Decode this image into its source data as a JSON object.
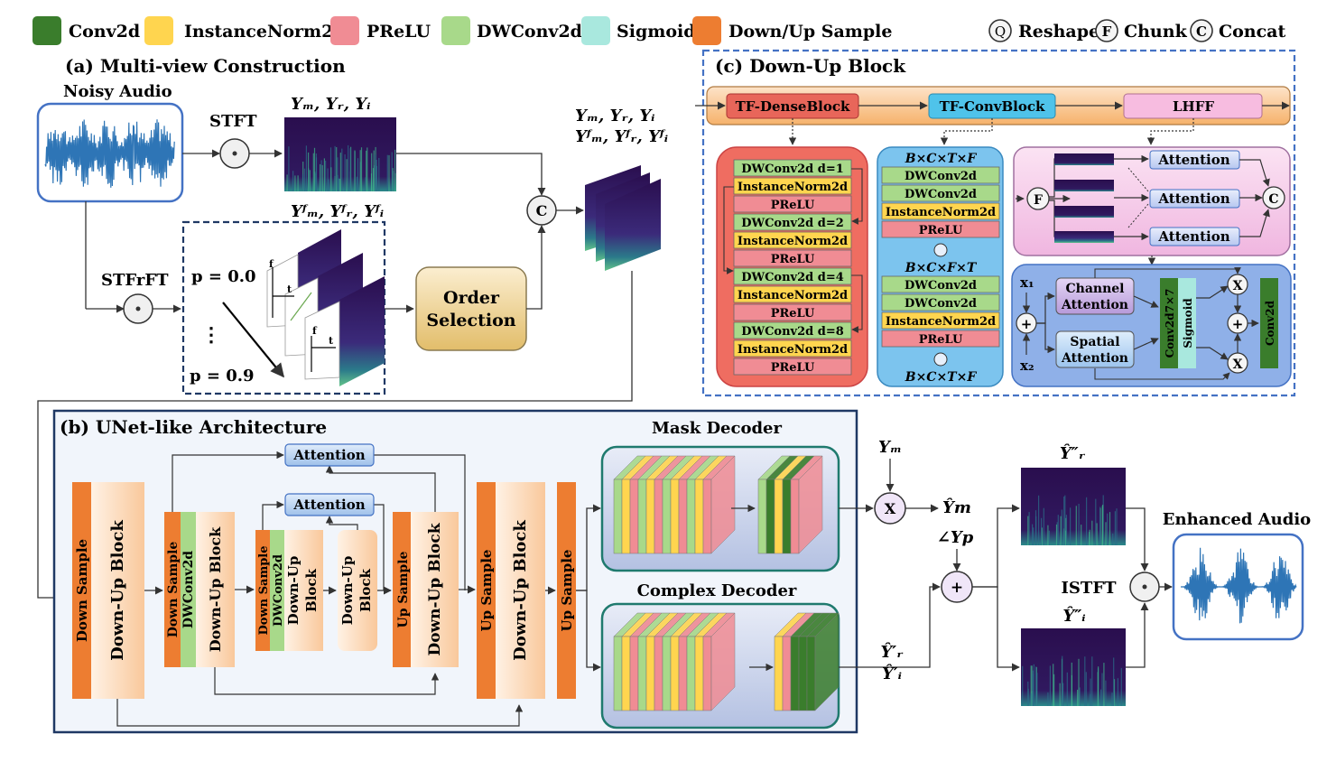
{
  "legend": {
    "items": [
      {
        "label": "Conv2d",
        "color": "#3a7d2c"
      },
      {
        "label": "InstanceNorm2d",
        "color": "#ffd54f"
      },
      {
        "label": "PReLU",
        "color": "#f08c94"
      },
      {
        "label": "DWConv2d",
        "color": "#a8d98a"
      },
      {
        "label": "Sigmoid",
        "color": "#a9e8de"
      },
      {
        "label": "Down/Up  Sample",
        "color": "#ed7d31"
      }
    ],
    "symbols": [
      {
        "glyph": "Q",
        "label": "Reshape"
      },
      {
        "glyph": "F",
        "label": "Chunk"
      },
      {
        "glyph": "C",
        "label": "Concat"
      }
    ]
  },
  "panel_a": {
    "title": "(a)  Multi-view Construction",
    "noisy_audio": "Noisy Audio",
    "stft": "STFT",
    "stfrft": "STFrFT",
    "y_labels": "Yₘ,   Yᵣ,   Yᵢ",
    "yf_labels": "Yᶠₘ,   Yᶠᵣ,   Yᶠᵢ",
    "p_start": "p = 0.0",
    "p_dots": "⋮",
    "p_end": "p =  0.9",
    "order_selection": [
      "Order",
      "Selection"
    ],
    "concat": "C",
    "out_line1": "Yₘ,   Yᵣ,   Yᵢ",
    "out_line2": "Yᶠₘ,   Yᶠᵣ,   Yᶠᵢ",
    "axis_f": "f",
    "axis_t": "t"
  },
  "panel_c": {
    "title": "(c)  Down-Up Block",
    "pipeline": [
      "TF-DenseBlock",
      "TF-ConvBlock",
      "LHFF"
    ],
    "dense": [
      {
        "label": "DWConv2d d=1",
        "kind": "dw"
      },
      {
        "label": "InstanceNorm2d",
        "kind": "in"
      },
      {
        "label": "PReLU",
        "kind": "pr"
      },
      {
        "label": "DWConv2d d=2",
        "kind": "dw"
      },
      {
        "label": "InstanceNorm2d",
        "kind": "in"
      },
      {
        "label": "PReLU",
        "kind": "pr"
      },
      {
        "label": "DWConv2d d=4",
        "kind": "dw"
      },
      {
        "label": "InstanceNorm2d",
        "kind": "in"
      },
      {
        "label": "PReLU",
        "kind": "pr"
      },
      {
        "label": "DWConv2d d=8",
        "kind": "dw"
      },
      {
        "label": "InstanceNorm2d",
        "kind": "in"
      },
      {
        "label": "PReLU",
        "kind": "pr"
      }
    ],
    "conv_shape1": "B×C×T×F",
    "conv_shape2": "B×C×F×T",
    "conv_shape3": "B×C×T×F",
    "conv_top": [
      {
        "label": "DWConv2d",
        "kind": "dw"
      },
      {
        "label": "DWConv2d",
        "kind": "dw"
      },
      {
        "label": "InstanceNorm2d",
        "kind": "in"
      },
      {
        "label": "PReLU",
        "kind": "pr"
      }
    ],
    "conv_bottom": [
      {
        "label": "DWConv2d",
        "kind": "dw"
      },
      {
        "label": "DWConv2d",
        "kind": "dw"
      },
      {
        "label": "InstanceNorm2d",
        "kind": "in"
      },
      {
        "label": "PReLU",
        "kind": "pr"
      }
    ],
    "attention": "Attention",
    "chunk": "F",
    "concat": "C",
    "x1": "x₁",
    "x2": "x₂",
    "channel_attention": [
      "Channel",
      "Attention"
    ],
    "spatial_attention": [
      "Spatial",
      "Attention"
    ],
    "conv7": "Conv2d7×7",
    "sigmoid": "Sigmoid",
    "conv2d": "Conv2d",
    "plus": "+",
    "times": "X"
  },
  "panel_b": {
    "title": "(b)  UNet-like Architecture",
    "down_sample": "Down  Sample",
    "down_up_block": "Down-Up Block",
    "down_sample2": "Down Sample",
    "dwconv": "DWConv2d",
    "down_up_block_split": [
      "Down-Up",
      "Block"
    ],
    "up_sample": "Up Sample",
    "attention": "Attention",
    "mask_decoder": "Mask Decoder",
    "complex_decoder": "Complex Decoder"
  },
  "output": {
    "ym": "Yₘ",
    "ym_hat": "Ŷm",
    "angle": "∠Yp",
    "yr_pp": "Ŷ″ᵣ",
    "yi_pp": "Ŷ″ᵢ",
    "yr_p": "Ŷ′ᵣ",
    "yi_p": "Ŷ′ᵢ",
    "istft": "ISTFT",
    "enhanced": "Enhanced Audio",
    "times": "X",
    "plus": "+"
  },
  "colors": {
    "conv": "#3a7d2c",
    "in": "#ffd54f",
    "pr": "#f08c94",
    "dw": "#a8d98a",
    "sig": "#a9e8de",
    "orange": "#ed7d31",
    "navy": "#1f3864",
    "blue": "#4472c4",
    "wave": "#2e75b6"
  }
}
